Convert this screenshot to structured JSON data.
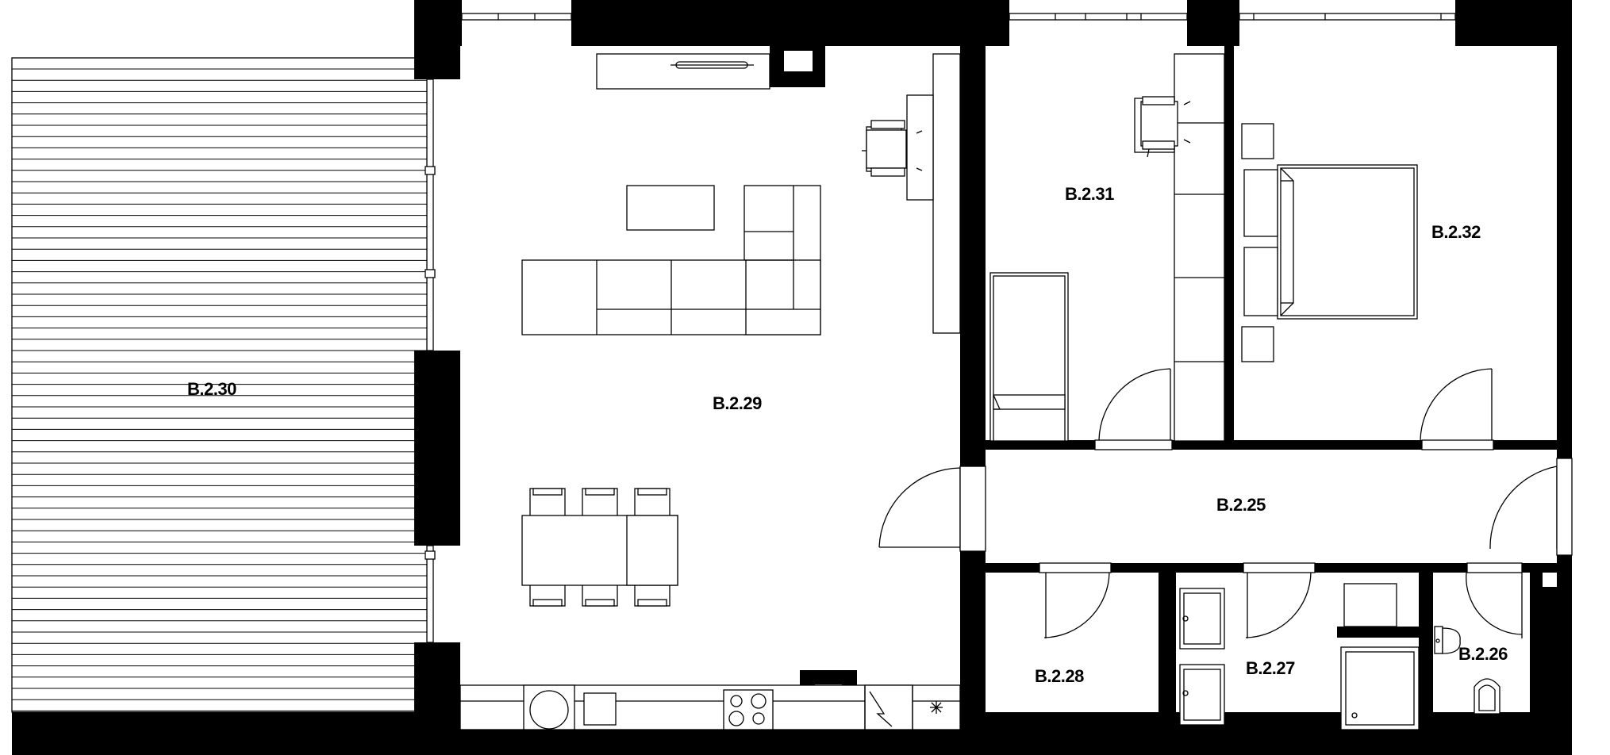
{
  "plan": {
    "rooms": [
      {
        "id": "B.2.30",
        "label": "B.2.30",
        "type": "terrace"
      },
      {
        "id": "B.2.29",
        "label": "B.2.29",
        "type": "living-dining-kitchen"
      },
      {
        "id": "B.2.31",
        "label": "B.2.31",
        "type": "room"
      },
      {
        "id": "B.2.32",
        "label": "B.2.32",
        "type": "bedroom"
      },
      {
        "id": "B.2.25",
        "label": "B.2.25",
        "type": "hallway"
      },
      {
        "id": "B.2.28",
        "label": "B.2.28",
        "type": "storage"
      },
      {
        "id": "B.2.27",
        "label": "B.2.27",
        "type": "bathroom"
      },
      {
        "id": "B.2.26",
        "label": "B.2.26",
        "type": "wc"
      }
    ],
    "colors": {
      "walls": "#000000",
      "background": "#ffffff",
      "lines": "#000000"
    }
  }
}
